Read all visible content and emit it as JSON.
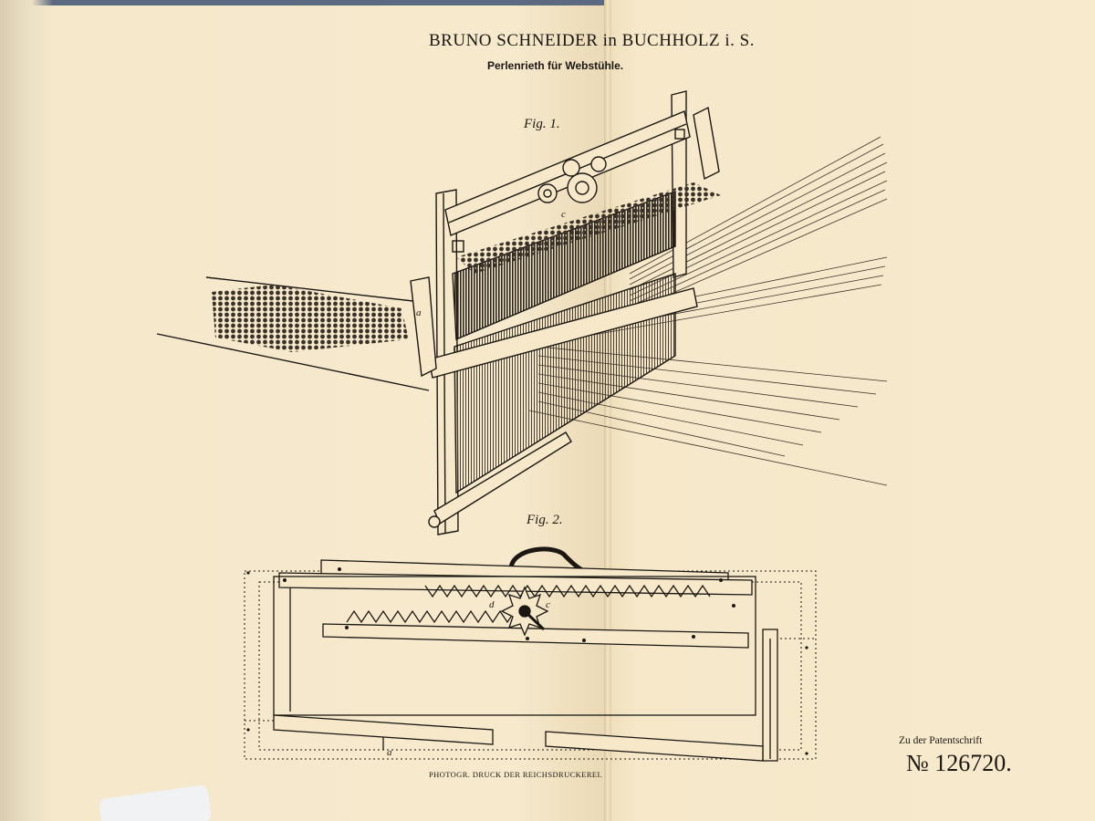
{
  "document": {
    "title": "BRUNO SCHNEIDER in BUCHHOLZ i. S.",
    "subtitle": "Perlenrieth für Webstühle.",
    "figure_1_label": "Fig. 1.",
    "figure_2_label": "Fig. 2.",
    "printer_note": "PHOTOGR. DRUCK DER REICHSDRUCKEREI.",
    "patent_prefix": "Zu der Patentschrift",
    "patent_number": "№ 126720."
  },
  "figure_letters": {
    "c_fig1": "c",
    "a_fig1": "a",
    "d_fig2": "d",
    "c_fig2": "c",
    "a_fig2": "a"
  },
  "colors": {
    "paper": "#f6e8c9",
    "ink": "#1b1713"
  }
}
